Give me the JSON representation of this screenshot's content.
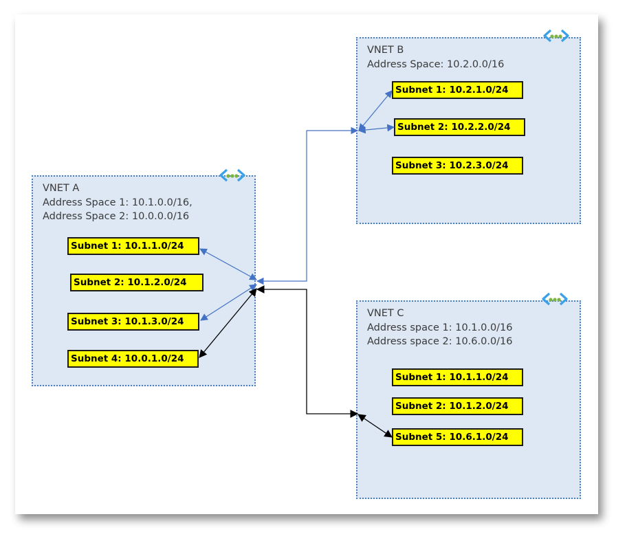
{
  "vnets": {
    "a": {
      "name": "VNET A",
      "address_lines": [
        "Address Space 1: 10.1.0.0/16,",
        "Address Space 2: 10.0.0.0/16"
      ],
      "subnets": [
        "Subnet 1: 10.1.1.0/24",
        "Subnet 2: 10.1.2.0/24",
        "Subnet 3: 10.1.3.0/24",
        "Subnet 4: 10.0.1.0/24"
      ]
    },
    "b": {
      "name": "VNET B",
      "address_lines": [
        "Address Space: 10.2.0.0/16"
      ],
      "subnets": [
        "Subnet 1: 10.2.1.0/24",
        "Subnet 2: 10.2.2.0/24",
        "Subnet 3: 10.2.3.0/24"
      ]
    },
    "c": {
      "name": "VNET C",
      "address_lines": [
        "Address space 1: 10.1.0.0/16",
        "Address space 2: 10.6.0.0/16"
      ],
      "subnets": [
        "Subnet 1: 10.1.1.0/24",
        "Subnet 2: 10.1.2.0/24",
        "Subnet 5: 10.6.1.0/24"
      ]
    }
  },
  "icons": {
    "vnet": "virtual-network-icon"
  },
  "colors": {
    "vnet_fill": "#dde8f4",
    "vnet_border": "#4a7fbf",
    "subnet_fill": "#ffff00",
    "link_blue": "#4472c4",
    "link_black": "#000000"
  },
  "connections": [
    {
      "from": "VNET A",
      "to": "VNET B",
      "color": "blue"
    },
    {
      "from": "VNET A",
      "to": "VNET C",
      "color": "black"
    }
  ]
}
